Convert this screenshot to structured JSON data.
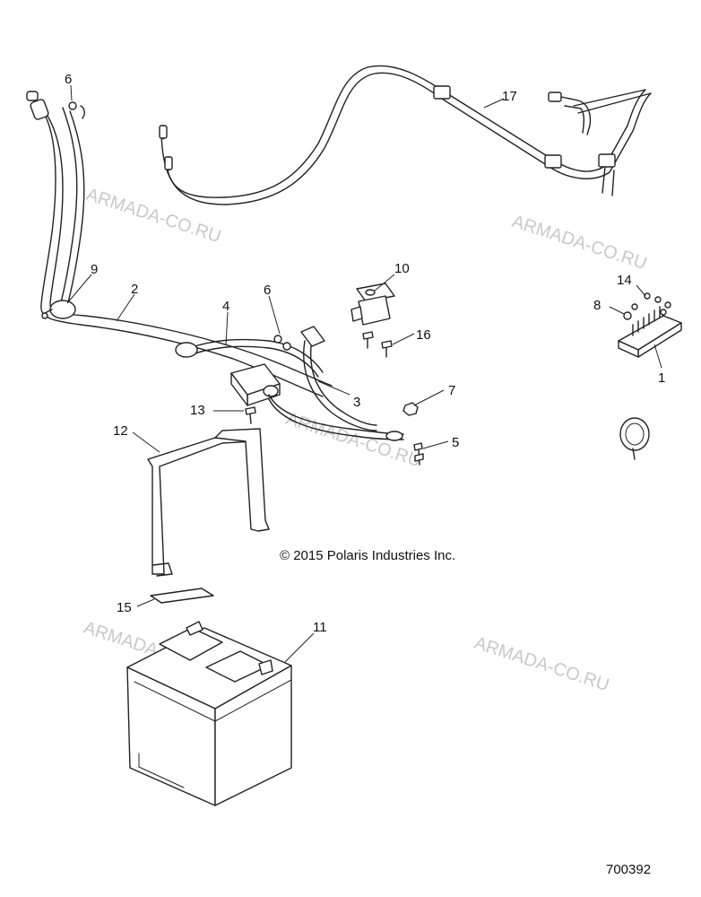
{
  "copyright": "© 2015 Polaris Industries Inc.",
  "doc_number": "700392",
  "watermark": "ARMADA-CO.RU",
  "callouts": [
    "6",
    "17",
    "9",
    "2",
    "4",
    "6",
    "10",
    "16",
    "14",
    "8",
    "1",
    "3",
    "7",
    "13",
    "12",
    "5",
    "15",
    "11"
  ]
}
